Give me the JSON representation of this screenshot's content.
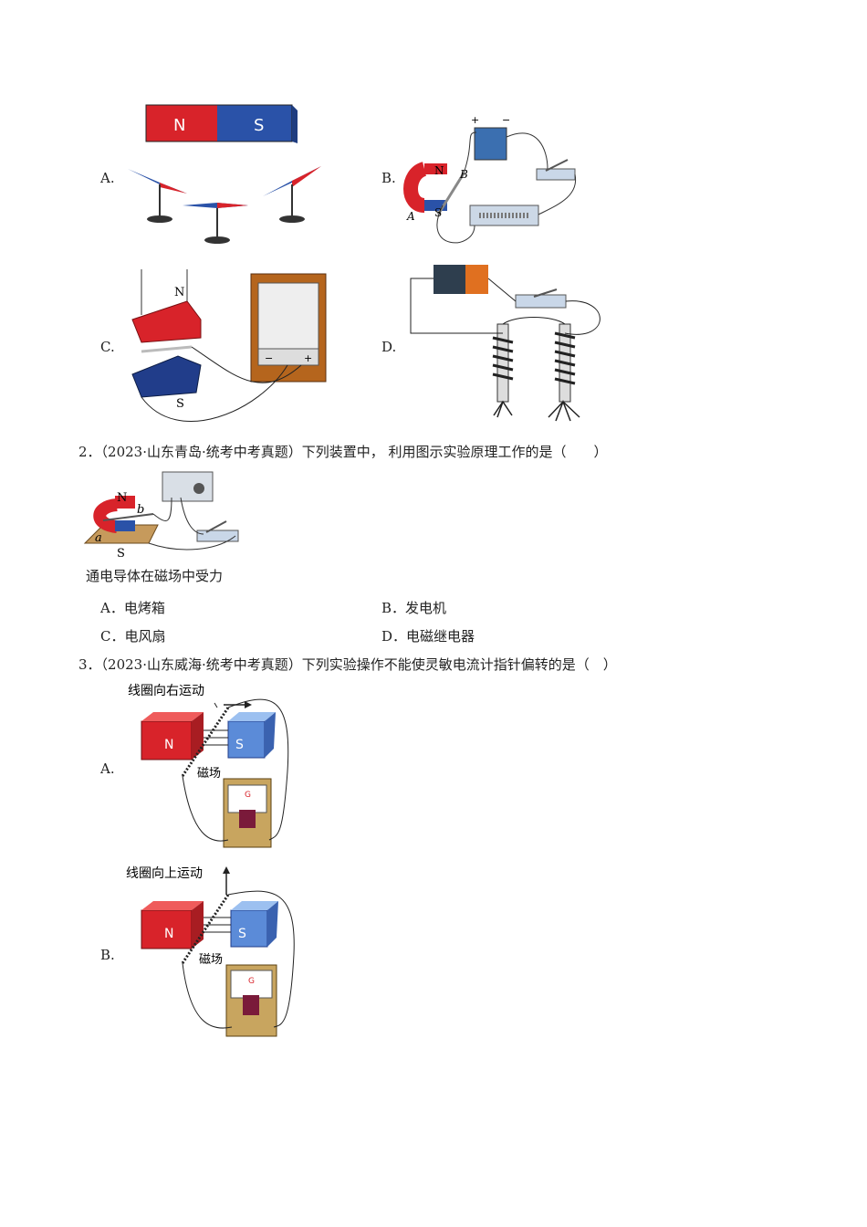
{
  "q1": {
    "options": [
      {
        "letter": "A.",
        "fig_text": {
          "n": "N",
          "s": "S"
        }
      },
      {
        "letter": "B.",
        "fig_text": {
          "plus": "+",
          "minus": "−",
          "n": "N",
          "s": "S",
          "a": "A",
          "b": "B"
        }
      },
      {
        "letter": "C.",
        "fig_text": {
          "n": "N",
          "s": "S",
          "minus": "−",
          "plus": "+"
        }
      },
      {
        "letter": "D."
      }
    ]
  },
  "q2": {
    "number": "2．",
    "source": "（2023·山东青岛·统考中考真题）",
    "stem": "下列装置中， 利用图示实验原理工作的是（　　）",
    "figure": {
      "n": "N",
      "s": "S",
      "a": "a",
      "b": "b",
      "caption": "通电导体在磁场中受力"
    },
    "options": [
      {
        "letter": "A．",
        "text": "电烤箱"
      },
      {
        "letter": "B．",
        "text": "发电机"
      },
      {
        "letter": "C．",
        "text": "电风扇"
      },
      {
        "letter": "D．",
        "text": "电磁继电器"
      }
    ]
  },
  "q3": {
    "number": "3．",
    "source": "（2023·山东威海·统考中考真题）",
    "stem": "下列实验操作不能使灵敏电流计指针偏转的是（　）",
    "options": [
      {
        "letter": "A.",
        "motion": "线圈向右运动",
        "n": "N",
        "s": "S",
        "field": "磁场",
        "g": "G"
      },
      {
        "letter": "B.",
        "motion": "线圈向上运动",
        "n": "N",
        "s": "S",
        "field": "磁场",
        "g": "G"
      }
    ]
  }
}
